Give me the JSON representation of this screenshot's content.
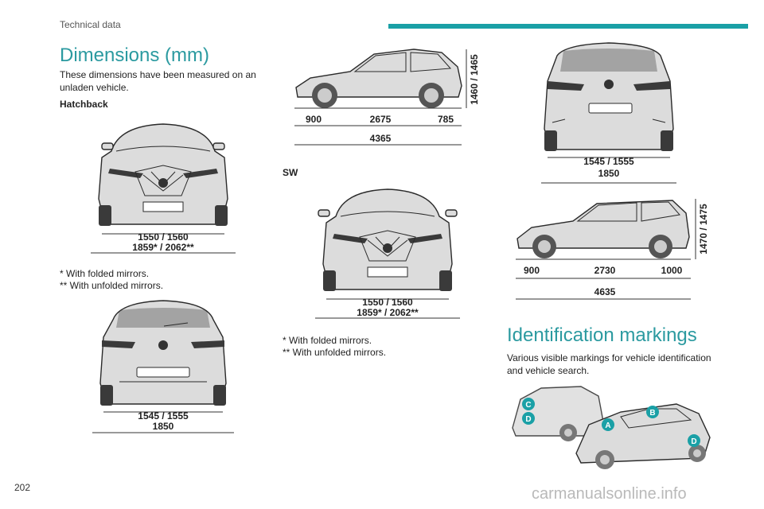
{
  "header": {
    "section": "Technical data"
  },
  "dimensions": {
    "title": "Dimensions (mm)",
    "intro": "These dimensions have been measured on an unladen vehicle.",
    "hatchback_label": "Hatchback",
    "sw_label": "SW",
    "footnote_folded": "* With folded mirrors.",
    "footnote_unfolded": "** With unfolded mirrors.",
    "hatchback": {
      "front_track": "1550 / 1560",
      "front_width": "1859* / 2062**",
      "rear_track": "1545 / 1555",
      "rear_width": "1850",
      "height": "1460 / 1465",
      "front_overhang": "900",
      "wheelbase": "2675",
      "rear_overhang": "785",
      "length": "4365"
    },
    "sw": {
      "front_track": "1550 / 1560",
      "front_width": "1859* / 2062**",
      "rear_track": "1545 / 1555",
      "rear_width": "1850",
      "height": "1470 / 1475",
      "front_overhang": "900",
      "wheelbase": "2730",
      "rear_overhang": "1000",
      "length": "4635"
    }
  },
  "identification": {
    "title": "Identification markings",
    "text": "Various visible markings for vehicle identification and vehicle search.",
    "markers": [
      "C",
      "D",
      "A",
      "B",
      "D"
    ]
  },
  "colors": {
    "accent": "#2b9aa0",
    "marker": "#1aa0a6"
  },
  "footer": {
    "page_number": "202",
    "watermark": "carmanualsonline.info"
  }
}
